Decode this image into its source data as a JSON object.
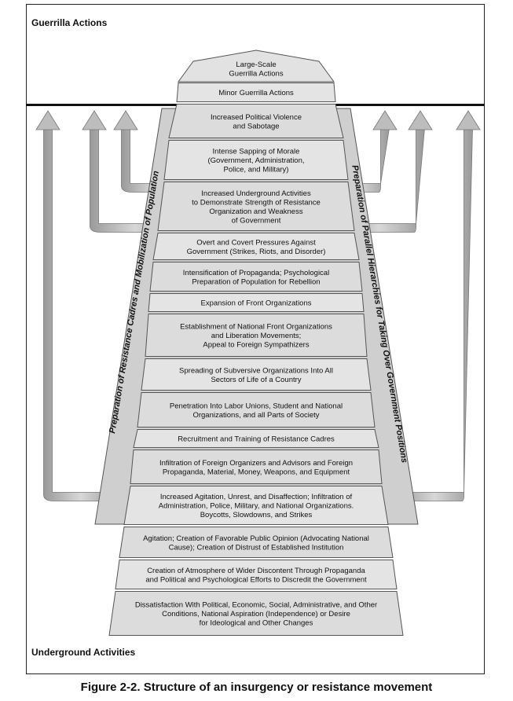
{
  "section_top": "Guerrilla Actions",
  "section_bottom": "Underground Activities",
  "caption": "Figure 2-2. Structure of an insurgency or resistance movement",
  "side_left": "Preparation of Resistance Cadres and Mobilization of Population",
  "side_right": "Preparation of Parallel Hierarchies for Taking Over Government Positions",
  "peak": [
    "Large-Scale",
    "Guerrilla Actions"
  ],
  "steps": [
    [
      "Minor Guerrilla Actions"
    ],
    [
      "Increased Political Violence",
      "and Sabotage"
    ],
    [
      "Intense Sapping of Morale",
      "(Government, Administration,",
      "Police, and Military)"
    ],
    [
      "Increased Underground Activities",
      "to Demonstrate Strength of Resistance",
      "Organization and Weakness",
      "of Government"
    ],
    [
      "Overt and Covert Pressures Against",
      "Government (Strikes, Riots, and Disorder)"
    ],
    [
      "Intensification of Propaganda; Psychological",
      "Preparation of Population for Rebellion"
    ],
    [
      "Expansion of Front Organizations"
    ],
    [
      "Establishment of National Front Organizations",
      "and Liberation Movements;",
      "Appeal to Foreign Sympathizers"
    ],
    [
      "Spreading of Subversive Organizations Into All",
      "Sectors of Life of a Country"
    ],
    [
      "Penetration Into Labor Unions, Student and National",
      "Organizations, and all Parts of Society"
    ],
    [
      "Recruitment and Training of Resistance Cadres"
    ],
    [
      "Infiltration of Foreign Organizers and Advisors and Foreign",
      "Propaganda, Material, Money, Weapons, and Equipment"
    ],
    [
      "Increased Agitation, Unrest, and Disaffection; Infiltration of",
      "Administration, Police, Military, and National Organizations.",
      "Boycotts, Slowdowns, and Strikes"
    ],
    [
      "Agitation; Creation of Favorable Public Opinion (Advocating National",
      "Cause); Creation of Distrust of Established Institution"
    ],
    [
      "Creation of Atmosphere of Wider Discontent Through Propaganda",
      "and Political and Psychological Efforts to Discredit the Government"
    ],
    [
      "Dissatisfaction With Political, Economic, Social, Administrative, and Other",
      "Conditions, National Aspiration (Independence) or Desire",
      "for Ideological and Other Changes"
    ]
  ]
}
